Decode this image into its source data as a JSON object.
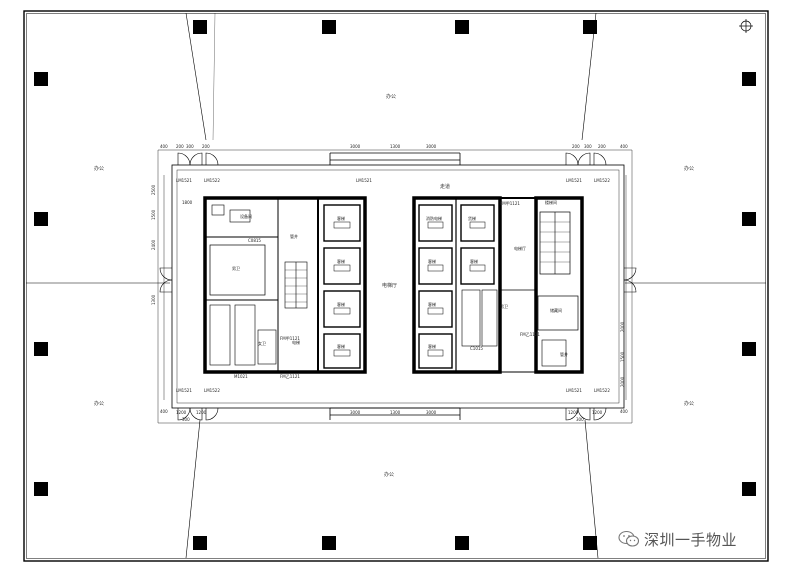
{
  "plan": {
    "zones": {
      "office": "办公",
      "corridor": "走道",
      "core": "电梯厅"
    },
    "rooms": {
      "elevator": "电梯",
      "elevator_tag": "客梯",
      "freight": "货梯",
      "fire_elevator": "消防电梯",
      "stair": "楼梯间",
      "toilet_m": "男卫",
      "toilet_f": "女卫",
      "shaft": "管井",
      "equipment": "设备间",
      "lobby_note": "电梯厅",
      "storage": "储藏间"
    },
    "dims": {
      "d200": "200",
      "d300": "300",
      "d1200": "1200",
      "d1300": "1300",
      "d400": "400",
      "d3000": "3000",
      "d2500": "2500",
      "d1500": "1500",
      "d2400": "2400",
      "d1800": "1800",
      "d2000": "2000"
    },
    "tags": {
      "lm_a": "LM1521",
      "lm_b": "LM1522",
      "fm1": "FM甲1121",
      "fm2": "FM乙1121",
      "m1": "M1021",
      "c1": "C0815",
      "c2": "C1015"
    }
  },
  "watermark": {
    "text": "深圳一手物业",
    "icon": "wechat-icon"
  }
}
